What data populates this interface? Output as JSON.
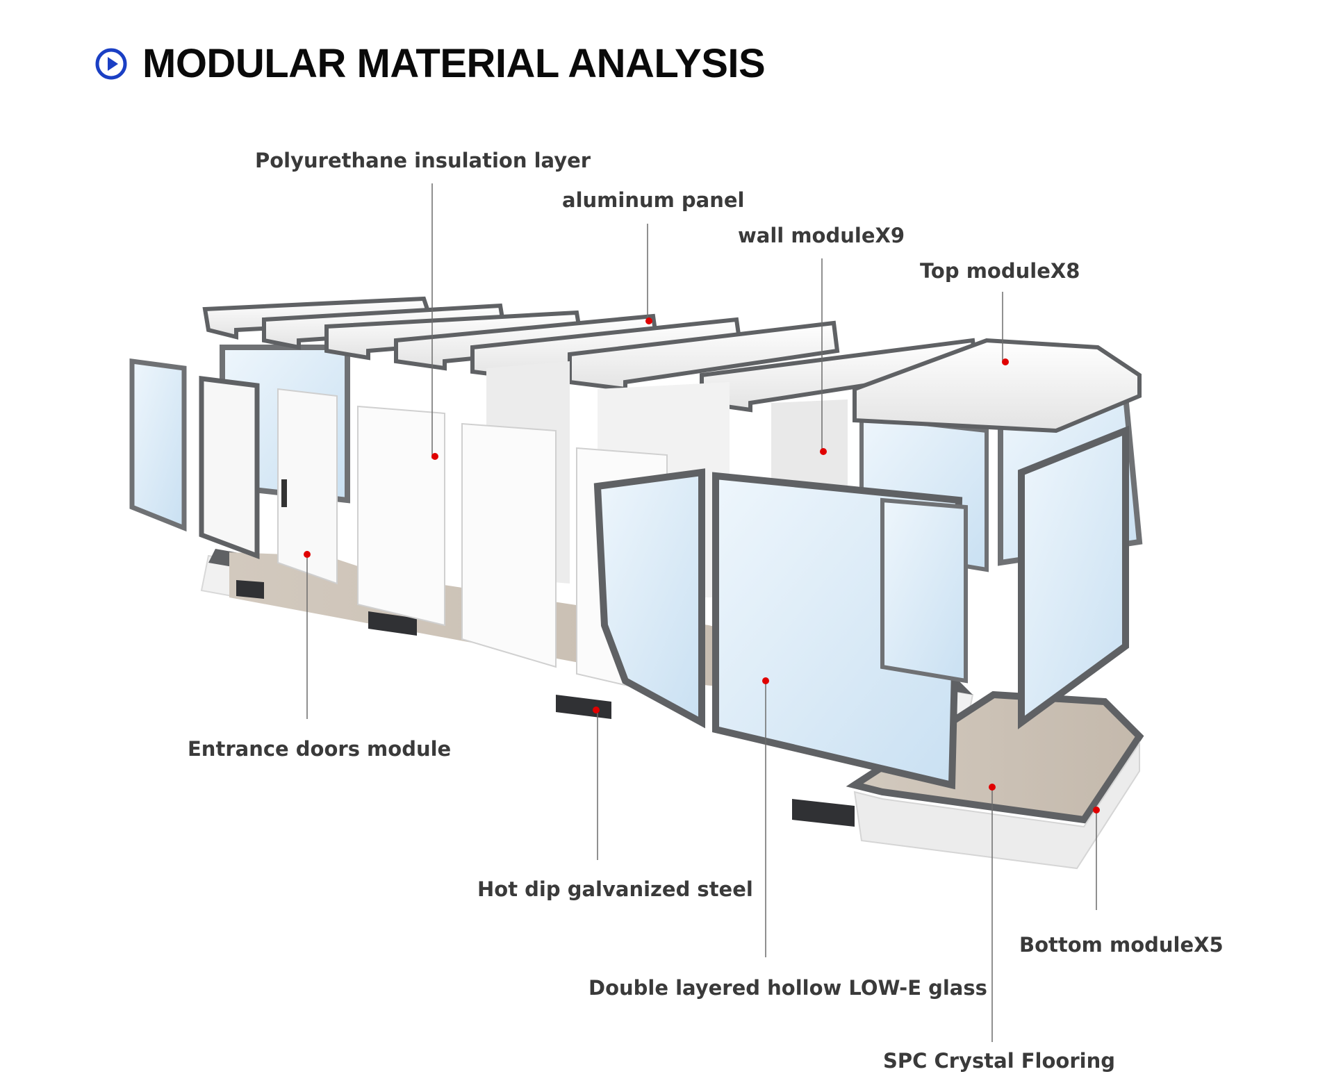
{
  "page": {
    "title": "MODULAR MATERIAL ANALYSIS",
    "title_icon": "play-circle-icon",
    "accent_color": "#1a3fc4",
    "marker_color": "#e00000"
  },
  "callouts": [
    {
      "id": "polyurethane",
      "label": "Polyurethane insulation layer"
    },
    {
      "id": "aluminum",
      "label": "aluminum panel"
    },
    {
      "id": "wall",
      "label": "wall moduleX9"
    },
    {
      "id": "top",
      "label": "Top moduleX8"
    },
    {
      "id": "entrance",
      "label": "Entrance doors module"
    },
    {
      "id": "steel",
      "label": "Hot dip galvanized steel"
    },
    {
      "id": "glass",
      "label": "Double layered hollow LOW-E glass"
    },
    {
      "id": "bottom",
      "label": "Bottom moduleX5"
    },
    {
      "id": "flooring",
      "label": "SPC Crystal Flooring"
    }
  ]
}
